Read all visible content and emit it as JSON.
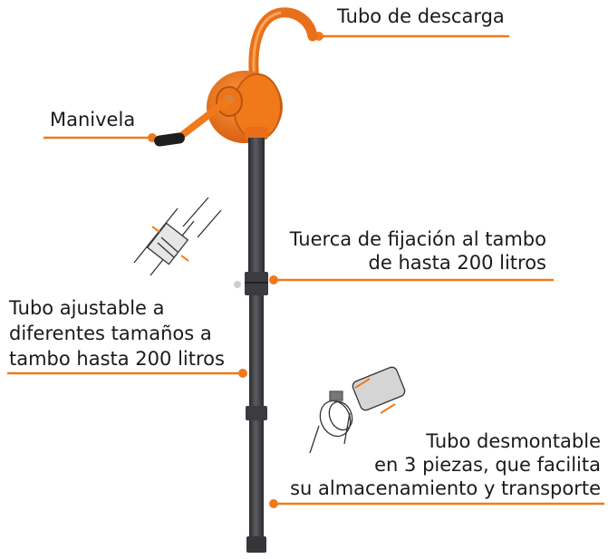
{
  "labels": {
    "discharge_tube": "Tubo de descarga",
    "crank": "Manivela",
    "drum_nut": [
      "Tuerca de fijación al tambo",
      "de hasta 200 litros"
    ],
    "adjustable_tube": [
      "Tubo ajustable a",
      "diferentes tamaños a",
      "tambo  hasta 200 litros"
    ],
    "removable_tube": [
      "Tubo desmontable",
      "en 3 piezas, que facilita",
      "su almacenamiento y transporte"
    ]
  },
  "colors": {
    "accent": "#f07a1a",
    "pump_body": "#f47b20",
    "tube": "#3a3c40",
    "text": "#1a1a1a"
  }
}
